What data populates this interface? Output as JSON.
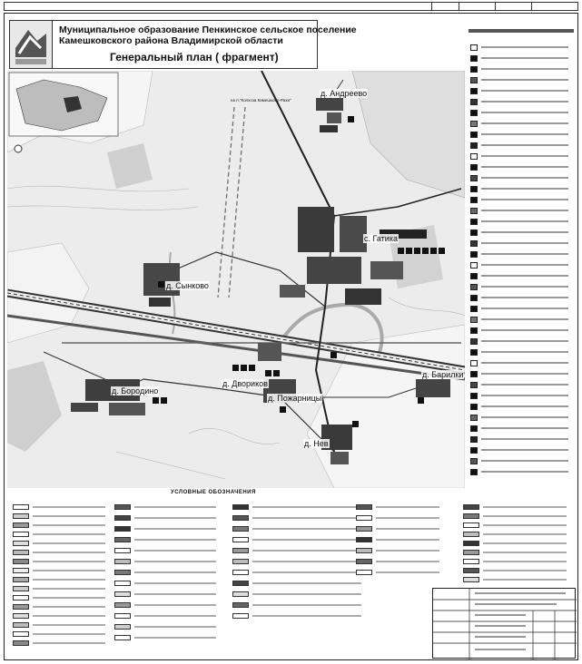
{
  "header": {
    "line1": "Муниципальное образование Пенкинское сельское поселение",
    "line2": "Камешковского района Владимирской области",
    "line3": "Генеральный план ( фрагмент)"
  },
  "map": {
    "settlements": [
      {
        "id": "andreyevo",
        "label": "д. Андреево"
      },
      {
        "id": "gatika",
        "label": "с. Гатика"
      },
      {
        "id": "synkovo",
        "label": "д. Сынково"
      },
      {
        "id": "borodino",
        "label": "д. Бородино"
      },
      {
        "id": "pozharnitsy",
        "label": "д. Пожарницы"
      },
      {
        "id": "dvoriki",
        "label": "д. Двориков"
      },
      {
        "id": "nev",
        "label": "д. Нев"
      },
      {
        "id": "barilki",
        "label": "д. Барилки"
      }
    ],
    "road_label": "на п.\"Колхоза Камешково-Рахи\""
  },
  "bottom_legend": {
    "title": "УСЛОВНЫЕ ОБОЗНАЧЕНИЯ"
  },
  "colors": {
    "built_up": "#444444",
    "roads": "#222222",
    "water": "#bdbdbd",
    "forest": "#d8d8d8",
    "background": "#ececec"
  }
}
